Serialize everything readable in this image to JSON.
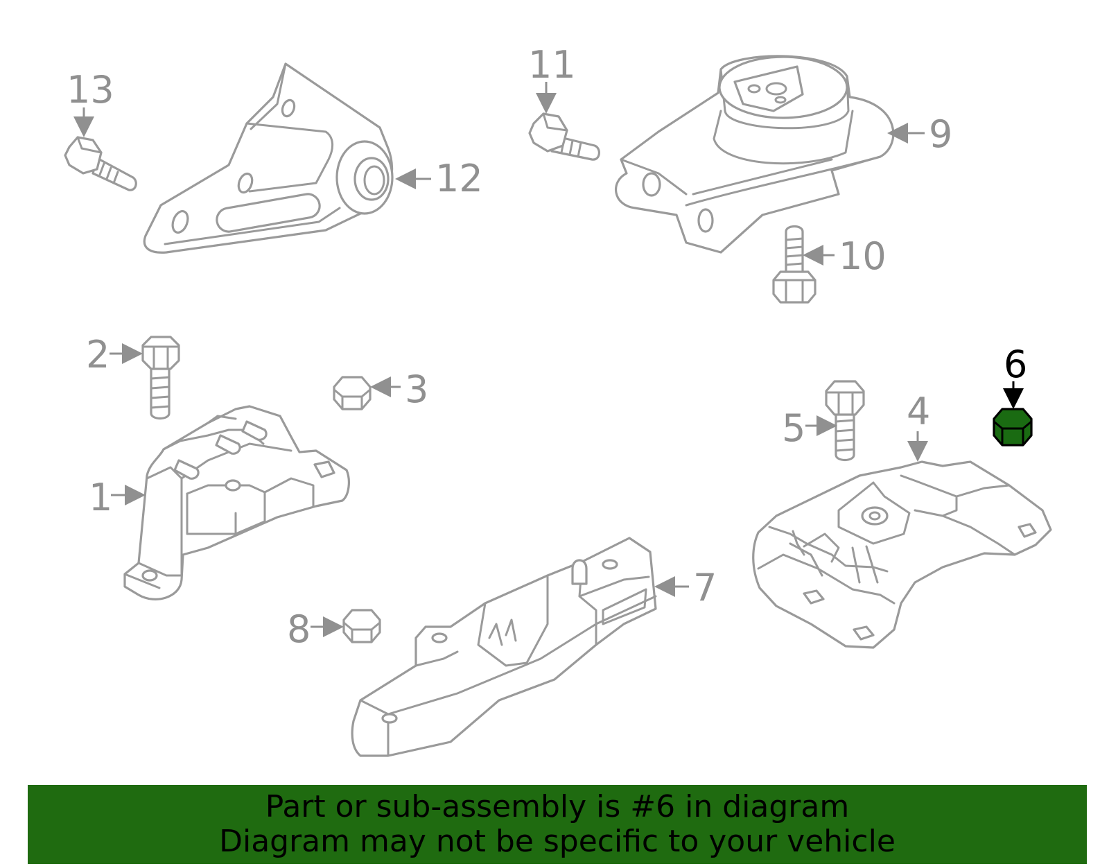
{
  "callouts": {
    "c1": "1",
    "c2": "2",
    "c3": "3",
    "c4": "4",
    "c5": "5",
    "c6": "6",
    "c7": "7",
    "c8": "8",
    "c9": "9",
    "c10": "10",
    "c11": "11",
    "c12": "12",
    "c13": "13"
  },
  "highlighted_part": "6",
  "colors": {
    "highlight_fill": "#1a6b12",
    "banner": "#1f6b10",
    "line": "#9a9a9a"
  },
  "banner": {
    "line1": "Part or sub-assembly is #6 in diagram",
    "line2": "Diagram may not be specific to your vehicle"
  }
}
